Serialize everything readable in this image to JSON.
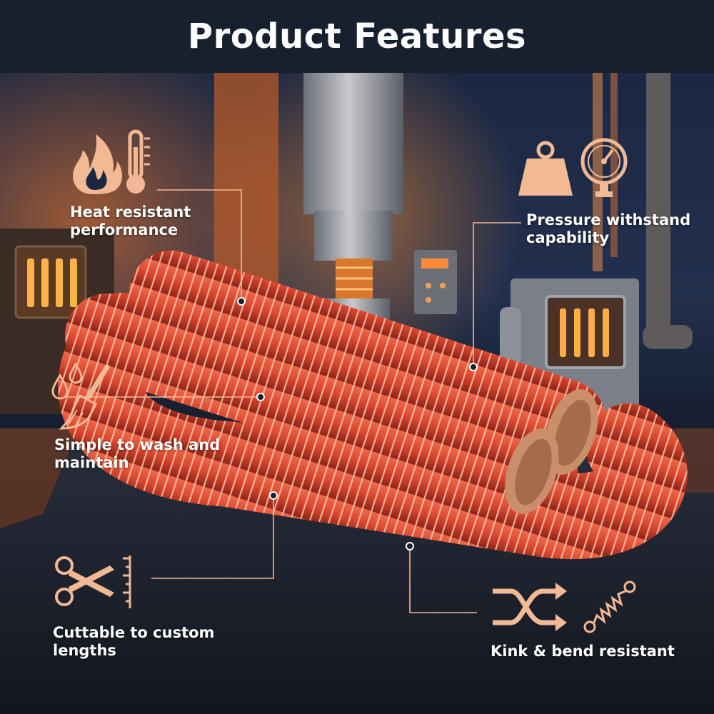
{
  "header": {
    "title": "Product Features"
  },
  "features": {
    "heat": {
      "line1": "Heat resistant",
      "line2": "performance",
      "icons": [
        "flame-icon",
        "thermometer-icon"
      ]
    },
    "pressure": {
      "line1": "Pressure withstand",
      "line2": "capability",
      "icons": [
        "weight-icon",
        "pressure-gauge-icon"
      ]
    },
    "wash": {
      "line1": "Simple to wash and",
      "line2": "maintain",
      "icons": [
        "water-drops-icon",
        "brush-icon"
      ]
    },
    "cut": {
      "line1": "Cuttable to custom",
      "line2": "lengths",
      "icons": [
        "scissors-icon",
        "ruler-icon"
      ]
    },
    "kink": {
      "line1": "Kink & bend resistant",
      "icons": [
        "crossing-arrows-icon",
        "spring-icon"
      ]
    }
  },
  "colors": {
    "header_bg": "#17202f",
    "accent": "#f2b995",
    "hose": "#d8452e",
    "hose_rib": "#f3c7ae",
    "floor": "#1e2433"
  }
}
